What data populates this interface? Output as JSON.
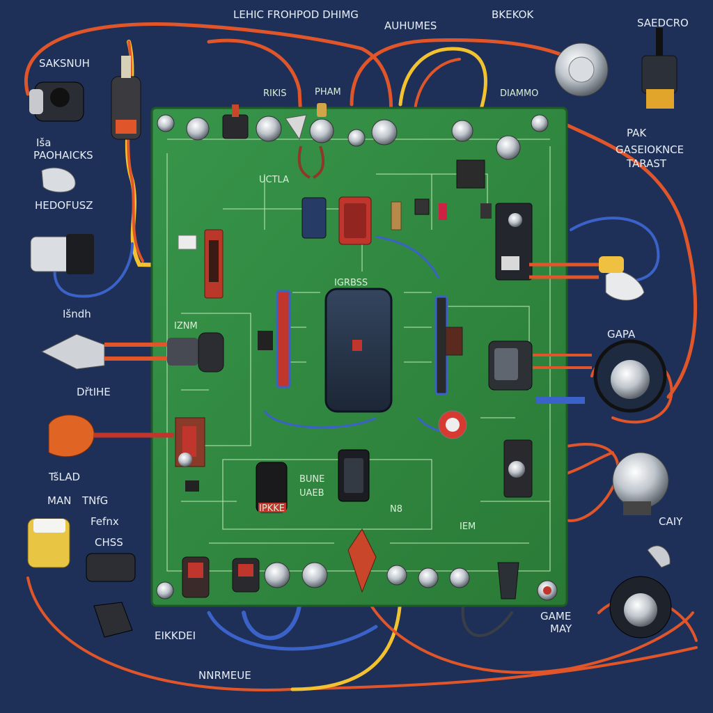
{
  "colors": {
    "background": "#1e3057",
    "board": "#2f8a3c",
    "wire_orange": "#e0562a",
    "wire_yellow": "#f2c230",
    "wire_blue": "#3b62c8"
  },
  "labels": {
    "top_title": "LEHIC FROHPOD DHIMG",
    "top_a": "AUHUMES",
    "top_b": "BKEKOK",
    "top_right": "SAEDCRO",
    "left_1": "SAKSNUH",
    "left_2": "PAOHAICKS",
    "left_2_pre": "Iša",
    "left_3": "HEDOFUSZ",
    "left_4": "Išndh",
    "left_5": "DřtIHE",
    "left_6": "TšLAD",
    "left_7": "MAN",
    "left_8": "TNfG",
    "left_9": "Fefnx",
    "left_10": "CHSS",
    "bottom_left": "EIKKDEI",
    "bottom_mid": "NNRMEUE",
    "bottom_right_1": "GAME",
    "bottom_right_2": "MAY",
    "right_1": "GASEIOKNCE",
    "right_2": "PAK",
    "right_3": "TARAST",
    "right_4": "GAPA",
    "right_5": "CAIY",
    "board_1": "RIKIS",
    "board_2": "PHAM",
    "board_3": "DIAMMO",
    "board_4": "UCTLA",
    "board_5": "IGRBSS",
    "board_6": "IZNM",
    "board_7": "BUNE",
    "board_8": "UAEB",
    "chip_label": "IPKKE",
    "board_9": "N8",
    "board_10": "IEM"
  }
}
